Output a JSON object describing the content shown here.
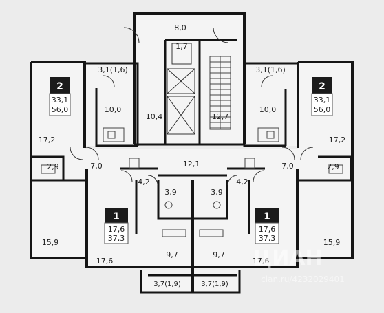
{
  "colors": {
    "background": "#ececec",
    "wall": "#151515",
    "room_fill": "#f4f4f4",
    "badge_fill": "#1b1b1b",
    "badge_text": "#ffffff"
  },
  "rooms": {
    "core_top": "8,0",
    "elevator_small": "1,7",
    "lift_hall": "10,4",
    "stair": "12,7",
    "corridor": "12,1",
    "loggia_left": "3,1(1,6)",
    "loggia_right": "3,1(1,6)",
    "kitchen_left": "10,0",
    "kitchen_right": "10,0",
    "hall_left": "17,2",
    "hall_right": "17,2",
    "bath_left": "2,9",
    "bath_right": "2,9",
    "hall2_left": "7,0",
    "hall2_right": "7,0",
    "bedroom_left": "15,9",
    "bedroom_right": "15,9",
    "bath_s_left": "4,2",
    "bath_s_right": "4,2",
    "wc_left": "3,9",
    "wc_right": "3,9",
    "room_left": "17,6",
    "room_right": "17,6",
    "kitchen_s_left": "9,7",
    "kitchen_s_right": "9,7",
    "balcony_left": "3,7(1,9)",
    "balcony_right": "3,7(1,9)"
  },
  "apartments": {
    "a2_left": {
      "rooms": "2",
      "living": "33,1",
      "total": "56,0"
    },
    "a2_right": {
      "rooms": "2",
      "living": "33,1",
      "total": "56,0"
    },
    "a1_left": {
      "rooms": "1",
      "living": "17,6",
      "total": "37,3"
    },
    "a1_right": {
      "rooms": "1",
      "living": "17,6",
      "total": "37,3"
    }
  },
  "watermark": {
    "brand": "ЦИАН",
    "id": "cian.ru/4232029401"
  }
}
